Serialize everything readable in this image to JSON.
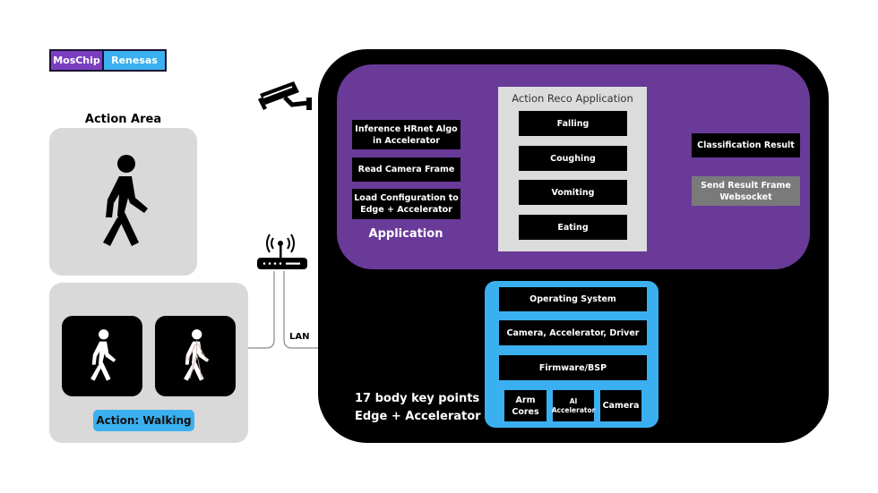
{
  "legend": {
    "items": [
      {
        "label": "MosChip",
        "color": "#7a3fbf"
      },
      {
        "label": "Renesas",
        "color": "#3bb0f0"
      }
    ]
  },
  "action_area": {
    "title": "Action Area",
    "result_label": "Action: Walking",
    "icons": [
      "walking-person-icon",
      "walking-person-keypoints-icon"
    ]
  },
  "network": {
    "lan_label": "LAN",
    "icons": [
      "cctv-camera-icon",
      "wifi-router-icon"
    ]
  },
  "application": {
    "label": "Application",
    "steps": [
      "Inference HRnet Algo in Accelerator",
      "Read Camera Frame",
      "Load Configuration to Edge + Accelerator"
    ],
    "action_reco": {
      "title": "Action Reco Application",
      "actions": [
        "Falling",
        "Coughing",
        "Vomiting",
        "Eating"
      ]
    },
    "outputs": {
      "classification": "Classification Result",
      "send_result": "Send Result Frame Websocket"
    }
  },
  "hardware": {
    "layers": [
      "Operating System",
      "Camera, Accelerator, Driver",
      "Firmware/BSP"
    ],
    "components": [
      "Arm Cores",
      "AI Accelerator",
      "Camera"
    ]
  },
  "edge": {
    "caption_line1": "17 body key points",
    "caption_line2": "Edge + Accelerator"
  },
  "colors": {
    "mosChip": "#7a3fbf",
    "renesas": "#3bb0f0",
    "app_panel": "#6a3a99",
    "edge": "#000000"
  }
}
